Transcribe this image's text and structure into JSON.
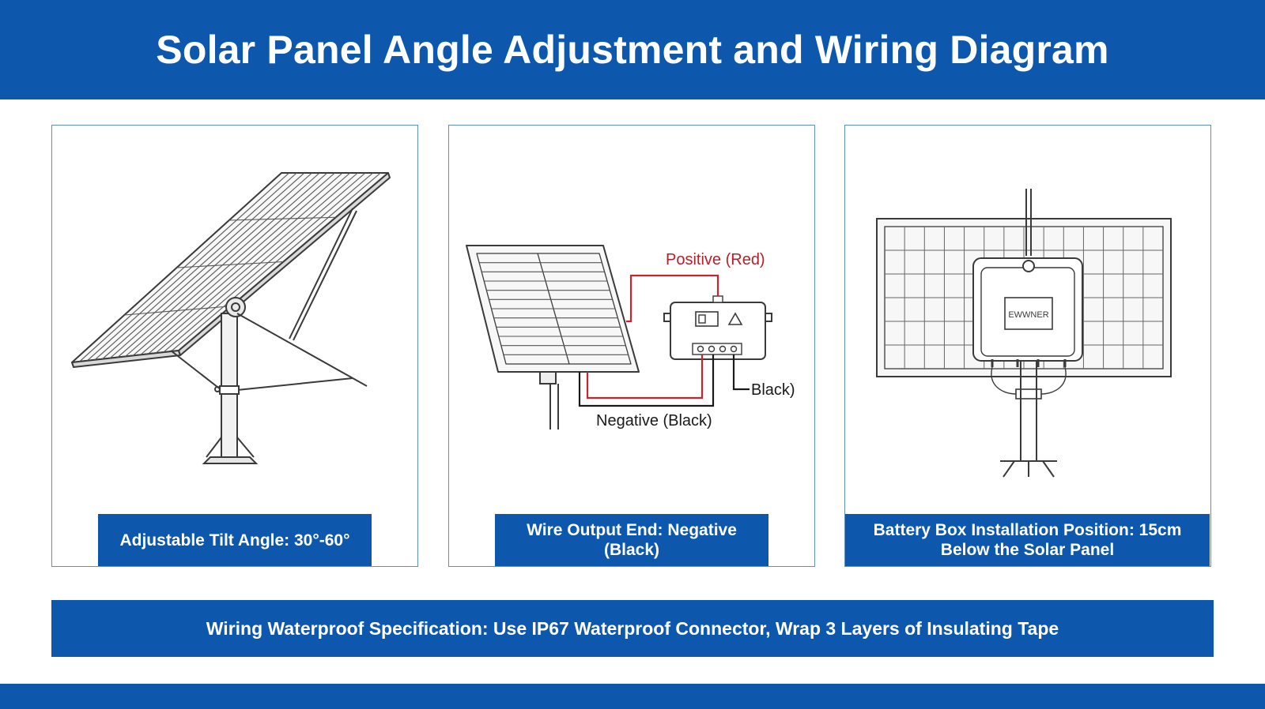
{
  "header": {
    "title": "Solar Panel Angle Adjustment and Wiring Diagram"
  },
  "panels": [
    {
      "caption": "Adjustable Tilt Angle: 30°-60°"
    },
    {
      "caption": "Wire Output End: Negative (Black)",
      "labels": {
        "positive": "Positive (Red)",
        "negative": "Negative (Black)",
        "black": "Black)"
      }
    },
    {
      "caption_line1": "Battery Box Installation Position: 15cm",
      "caption_line2": "Below the Solar Panel",
      "box_label": "EWWNER"
    }
  ],
  "footer": {
    "text": "Wiring Waterproof Specification: Use IP67 Waterproof Connector, Wrap 3 Layers of Insulating Tape"
  },
  "colors": {
    "brand_blue": "#0d57ad",
    "positive_wire": "#c8242b",
    "negative_wire": "#1a1a1a",
    "line_art": "#3a3a3a"
  }
}
